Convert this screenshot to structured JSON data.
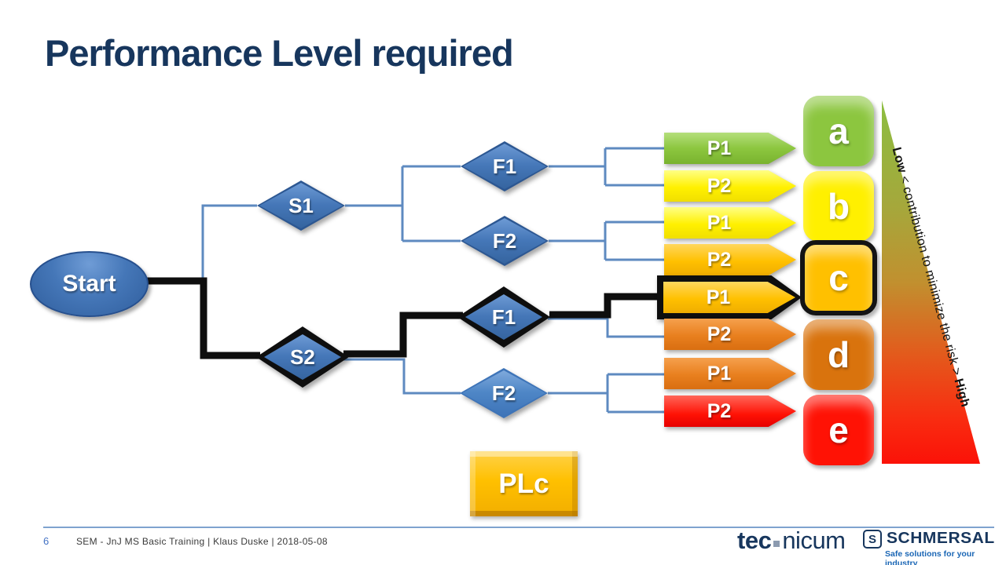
{
  "title": "Performance Level required",
  "diagram": {
    "start": {
      "label": "Start"
    },
    "decisions": [
      {
        "id": "s1",
        "label": "S1"
      },
      {
        "id": "f1-upper",
        "label": "F1"
      },
      {
        "id": "f2-upper",
        "label": "F2"
      },
      {
        "id": "s2",
        "label": "S2",
        "highlighted": true
      },
      {
        "id": "f1-lower",
        "label": "F1",
        "highlighted": true
      },
      {
        "id": "f2-lower",
        "label": "F2"
      }
    ],
    "probability_arrows": [
      {
        "label": "P1",
        "color": "#8CC63F"
      },
      {
        "label": "P2",
        "color": "#FFF000"
      },
      {
        "label": "P1",
        "color": "#FFF000"
      },
      {
        "label": "P2",
        "color": "#FFC000"
      },
      {
        "label": "P1",
        "color": "#FFC000",
        "highlighted": true
      },
      {
        "label": "P2",
        "color": "#E87F1E"
      },
      {
        "label": "P1",
        "color": "#E87F1E"
      },
      {
        "label": "P2",
        "color": "#FF1205"
      }
    ],
    "performance_levels": [
      {
        "label": "a",
        "color": "#8CC63F"
      },
      {
        "label": "b",
        "color": "#FFF000"
      },
      {
        "label": "c",
        "color": "#FFC000",
        "highlighted": true
      },
      {
        "label": "d",
        "color": "#D9730D"
      },
      {
        "label": "e",
        "color": "#FF1205"
      }
    ],
    "result": {
      "label": "PLc",
      "color": "#FFC000"
    },
    "risk_scale": {
      "low": "Low",
      "mid": "< contribution to minimize the risk >",
      "high": "High"
    }
  },
  "footer": {
    "page_number": "6",
    "text": "SEM - JnJ MS Basic Training | Klaus Duske | 2018-05-08"
  },
  "logos": {
    "tecnicum": {
      "part_bold": "tec",
      "part_light": "nicum"
    },
    "schmersal": {
      "emblem_letter": "S",
      "name": "SCHMERSAL",
      "tagline": "Safe solutions for your industry"
    }
  },
  "colors": {
    "title": "#17365D",
    "diamond_blue": "#4577B8",
    "connector_blue": "#5E8AC0",
    "highlight_black": "#0E0E0E",
    "green": "#8CC63F",
    "yellow": "#FFF000",
    "amber": "#FFC000",
    "orange": "#E87F1E",
    "dark_orange": "#D9730D",
    "red": "#FF1205"
  }
}
